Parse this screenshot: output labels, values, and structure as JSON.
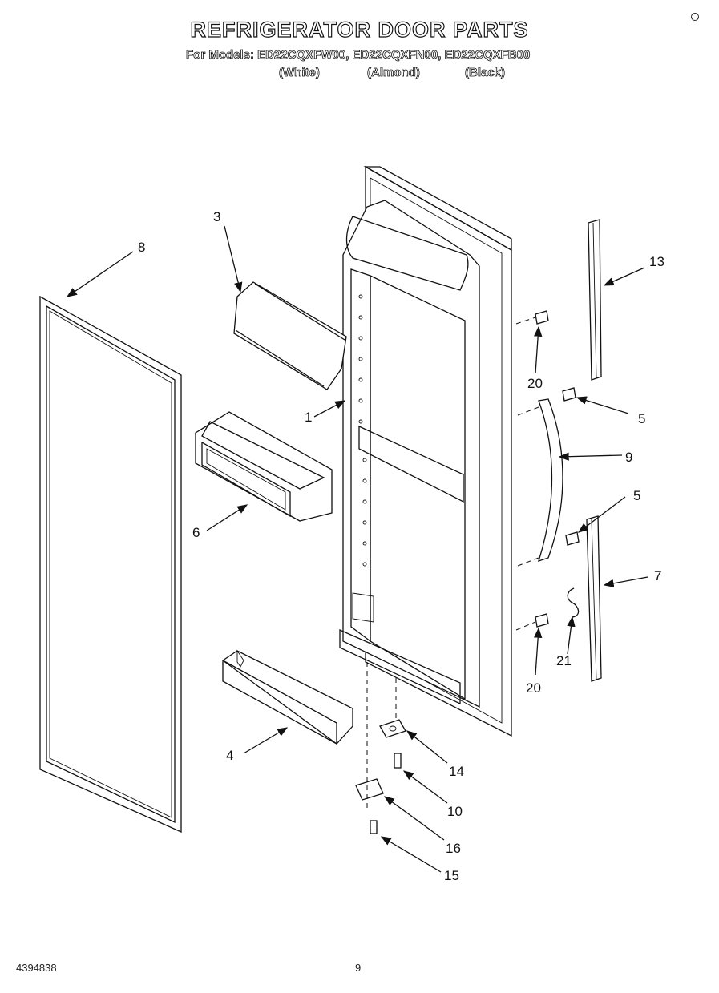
{
  "header": {
    "title": "REFRIGERATOR DOOR PARTS",
    "models_line": "For Models: ED22CQXFW00, ED22CQXFN00, ED22CQXFB00",
    "variants": [
      "(White)",
      "(Almond)",
      "(Black)"
    ]
  },
  "callouts": [
    {
      "id": "c1",
      "label": "1"
    },
    {
      "id": "c3",
      "label": "3"
    },
    {
      "id": "c4",
      "label": "4"
    },
    {
      "id": "c5a",
      "label": "5"
    },
    {
      "id": "c5b",
      "label": "5"
    },
    {
      "id": "c6",
      "label": "6"
    },
    {
      "id": "c7",
      "label": "7"
    },
    {
      "id": "c8",
      "label": "8"
    },
    {
      "id": "c9",
      "label": "9"
    },
    {
      "id": "c10",
      "label": "10"
    },
    {
      "id": "c13",
      "label": "13"
    },
    {
      "id": "c14",
      "label": "14"
    },
    {
      "id": "c15",
      "label": "15"
    },
    {
      "id": "c16",
      "label": "16"
    },
    {
      "id": "c20a",
      "label": "20"
    },
    {
      "id": "c20b",
      "label": "20"
    },
    {
      "id": "c21",
      "label": "21"
    }
  ],
  "footer": {
    "doc_number": "4394838",
    "page_number": "9"
  }
}
